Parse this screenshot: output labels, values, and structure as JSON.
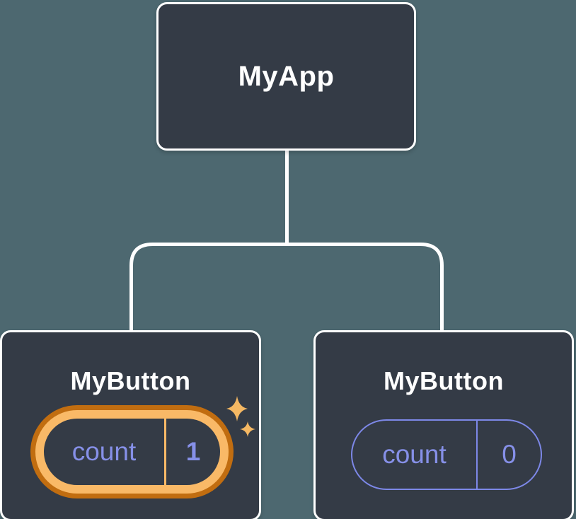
{
  "diagram": {
    "type": "component-tree",
    "colors": {
      "background": "#4d6870",
      "node_fill": "#343b46",
      "node_border": "#ffffff",
      "connector": "#ffffff",
      "node_label_text": "#ffffff",
      "state_text": "#8690e8",
      "plain_pill_border": "#7d88e8",
      "highlight_ring_inner": "#f9b967",
      "highlight_ring_outer": "#c16d10",
      "sparkle": "#f5b863"
    },
    "tree": {
      "root": {
        "label": "MyApp"
      },
      "children": [
        {
          "label": "MyButton",
          "state": {
            "name": "count",
            "value": "1"
          },
          "highlighted": true
        },
        {
          "label": "MyButton",
          "state": {
            "name": "count",
            "value": "0"
          },
          "highlighted": false
        }
      ]
    }
  }
}
